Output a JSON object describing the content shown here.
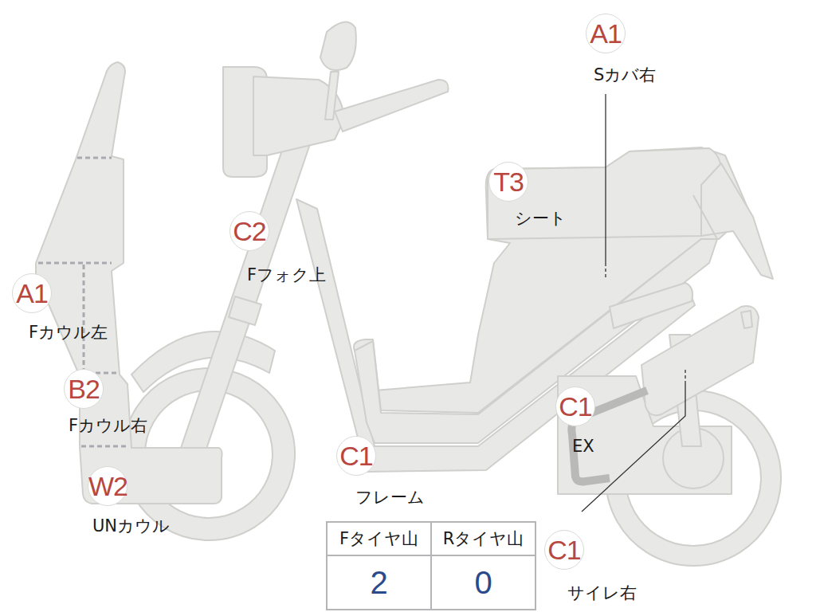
{
  "diagram": {
    "nodes": [
      {
        "text": [
          "A1",
          "Sカバ右"
        ]
      },
      {
        "text": [
          "T3",
          "シート"
        ]
      },
      {
        "text": [
          "C2",
          "Fフォク上"
        ]
      },
      {
        "text": [
          "A1",
          "Fカウル左"
        ]
      },
      {
        "text": [
          "B2",
          "Fカウル右"
        ]
      },
      {
        "text": [
          "W2",
          "UNカウル"
        ]
      },
      {
        "text": [
          "C1",
          "フレーム"
        ]
      },
      {
        "text": [
          "C1",
          "EX"
        ]
      },
      {
        "text": [
          "C1",
          "サイレ右"
        ]
      }
    ],
    "labels": [
      "Fタイヤ山",
      "Rタイヤ山",
      "2",
      "0"
    ]
  }
}
